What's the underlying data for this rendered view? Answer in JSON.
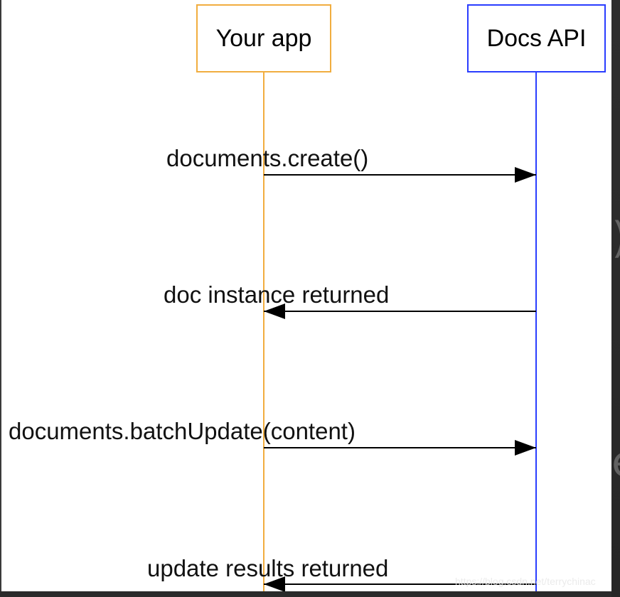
{
  "diagram": {
    "actors": [
      {
        "id": "app",
        "label": "Your app",
        "color": "#f1ad3f"
      },
      {
        "id": "api",
        "label": "Docs API",
        "color": "#2a3dff"
      }
    ],
    "messages": [
      {
        "label": "documents.create()",
        "from": "app",
        "to": "api"
      },
      {
        "label": "doc instance returned",
        "from": "api",
        "to": "app"
      },
      {
        "label": "documents.batchUpdate(content)",
        "from": "app",
        "to": "api"
      },
      {
        "label": "update results returned",
        "from": "api",
        "to": "app"
      }
    ]
  },
  "watermark": "https://blog.csdn.net/terrychinac"
}
